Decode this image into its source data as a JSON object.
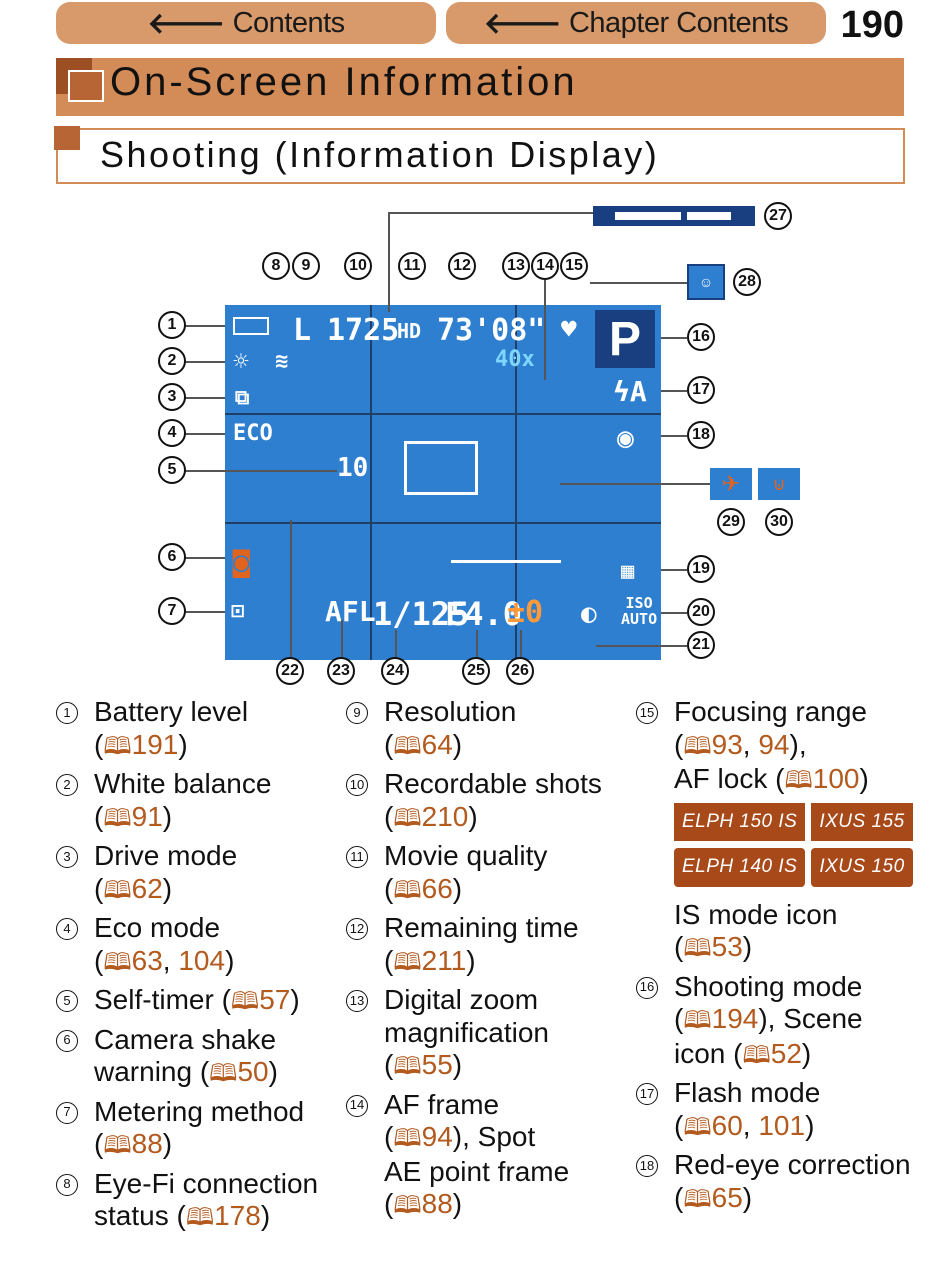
{
  "nav": {
    "contents": "Contents",
    "chapter_contents": "Chapter Contents",
    "arrow": "🡐",
    "page": "190"
  },
  "heading1": "On-Screen Information",
  "heading2": "Shooting (Information Display)",
  "screen": {
    "resolution": "L",
    "shots": "1725",
    "movie": "HD",
    "remaining": "73'08\"",
    "zoom": "40x",
    "mode": "P",
    "eco": "ECO",
    "timer": "10",
    "afl": "AFL",
    "shutter": "1/125",
    "aperture": "F4.0",
    "exposure": "±0",
    "iso_top": "ISO",
    "iso_bottom": "AUTO",
    "flash": "ϟA",
    "numbers": [
      "1",
      "2",
      "3",
      "4",
      "5",
      "6",
      "7",
      "8",
      "9",
      "10",
      "11",
      "12",
      "13",
      "14",
      "15",
      "16",
      "17",
      "18",
      "19",
      "20",
      "21",
      "22",
      "23",
      "24",
      "25",
      "26",
      "27",
      "28",
      "29",
      "30"
    ]
  },
  "col1": [
    {
      "n": "1",
      "l1": "Battery level",
      "refs": "191"
    },
    {
      "n": "2",
      "l1": "White balance",
      "refs": "91"
    },
    {
      "n": "3",
      "l1": "Drive mode",
      "refs": "62"
    },
    {
      "n": "4",
      "l1": "Eco mode",
      "refs_a": "63",
      "refs_b": "104"
    },
    {
      "n": "5",
      "l1": "Self-timer (",
      "refs": "57"
    },
    {
      "n": "6",
      "l1": "Camera shake",
      "l2": "warning (",
      "refs": "50"
    },
    {
      "n": "7",
      "l1": "Metering method",
      "refs": "88"
    },
    {
      "n": "8",
      "l1": "Eye-Fi connection",
      "l2": "status (",
      "refs": "178"
    }
  ],
  "col2": [
    {
      "n": "9",
      "l1": "Resolution",
      "refs": "64"
    },
    {
      "n": "10",
      "l1": "Recordable shots",
      "refs": "210"
    },
    {
      "n": "11",
      "l1": "Movie quality",
      "refs": "66"
    },
    {
      "n": "12",
      "l1": "Remaining time",
      "refs": "211"
    },
    {
      "n": "13",
      "l1": "Digital zoom",
      "l2": "magnification",
      "refs": "55"
    },
    {
      "n": "14",
      "l1": "AF frame",
      "refs": "94",
      "l2": "), Spot",
      "l3": "AE point frame",
      "refs2": "88"
    }
  ],
  "col3": {
    "i15": {
      "n": "15",
      "l1": "Focusing range",
      "refs_a": "93",
      "refs_b": "94",
      "l2": "AF lock (",
      "refs_c": "100"
    },
    "badges": [
      "ELPH 150 IS",
      "IXUS 155",
      "ELPH 140 IS",
      "IXUS 150"
    ],
    "is_label": "IS mode icon",
    "is_ref": "53",
    "i16": {
      "n": "16",
      "l1": "Shooting mode",
      "refs": "194",
      "l2": "), Scene",
      "l3": "icon (",
      "refs2": "52"
    },
    "i17": {
      "n": "17",
      "l1": "Flash mode",
      "refs_a": "60",
      "refs_b": "101"
    },
    "i18": {
      "n": "18",
      "l1": "Red-eye correction",
      "refs": "65"
    }
  },
  "colors": {
    "screen": "#2f7fd0",
    "accent": "#d38c57",
    "ref": "#b35a1f"
  }
}
